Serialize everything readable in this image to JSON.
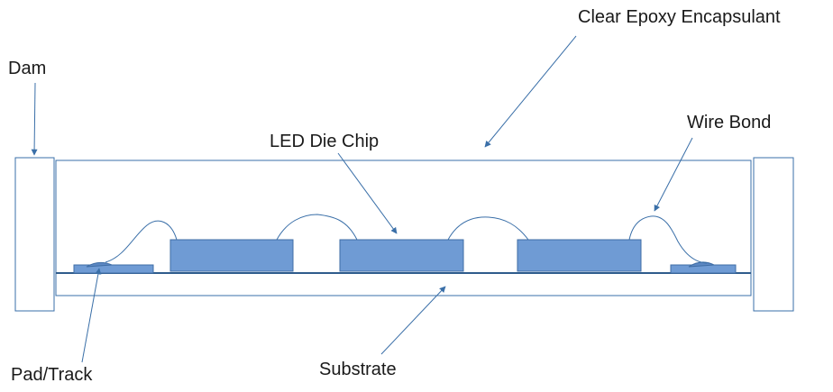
{
  "labels": {
    "encapsulant": "Clear Epoxy Encapsulant",
    "dam": "Dam",
    "wire_bond": "Wire Bond",
    "led_die_chip": "LED Die Chip",
    "pad_track": "Pad/Track",
    "substrate": "Substrate"
  },
  "colors": {
    "outline": "#3a6fa8",
    "chip_fill": "#6f9bd4",
    "chip_stroke": "#3f6ea6",
    "substrate_line": "#2f5c8c",
    "text": "#1a1a1a"
  }
}
